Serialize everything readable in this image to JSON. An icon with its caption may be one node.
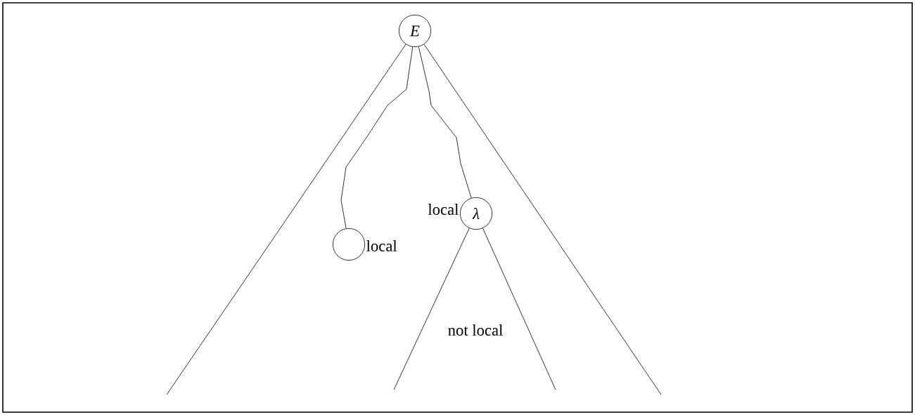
{
  "diagram": {
    "nodes": [
      {
        "text": [
          "E"
        ]
      },
      {
        "text": [],
        "shape": "circle",
        "beside": [
          "local"
        ]
      },
      {
        "text": [
          "λ"
        ],
        "beside": [
          "local"
        ]
      }
    ],
    "edges": [
      {
        "from": 0,
        "to": null,
        "arrow": "none"
      },
      {
        "from": 0,
        "to": 1,
        "arrow": "none"
      },
      {
        "from": 0,
        "to": 2,
        "arrow": "none"
      },
      {
        "from": 0,
        "to": null,
        "arrow": "none"
      },
      {
        "from": 2,
        "to": null,
        "arrow": "none"
      },
      {
        "from": 2,
        "to": null,
        "arrow": "none"
      }
    ],
    "labels": [
      "not local"
    ]
  }
}
